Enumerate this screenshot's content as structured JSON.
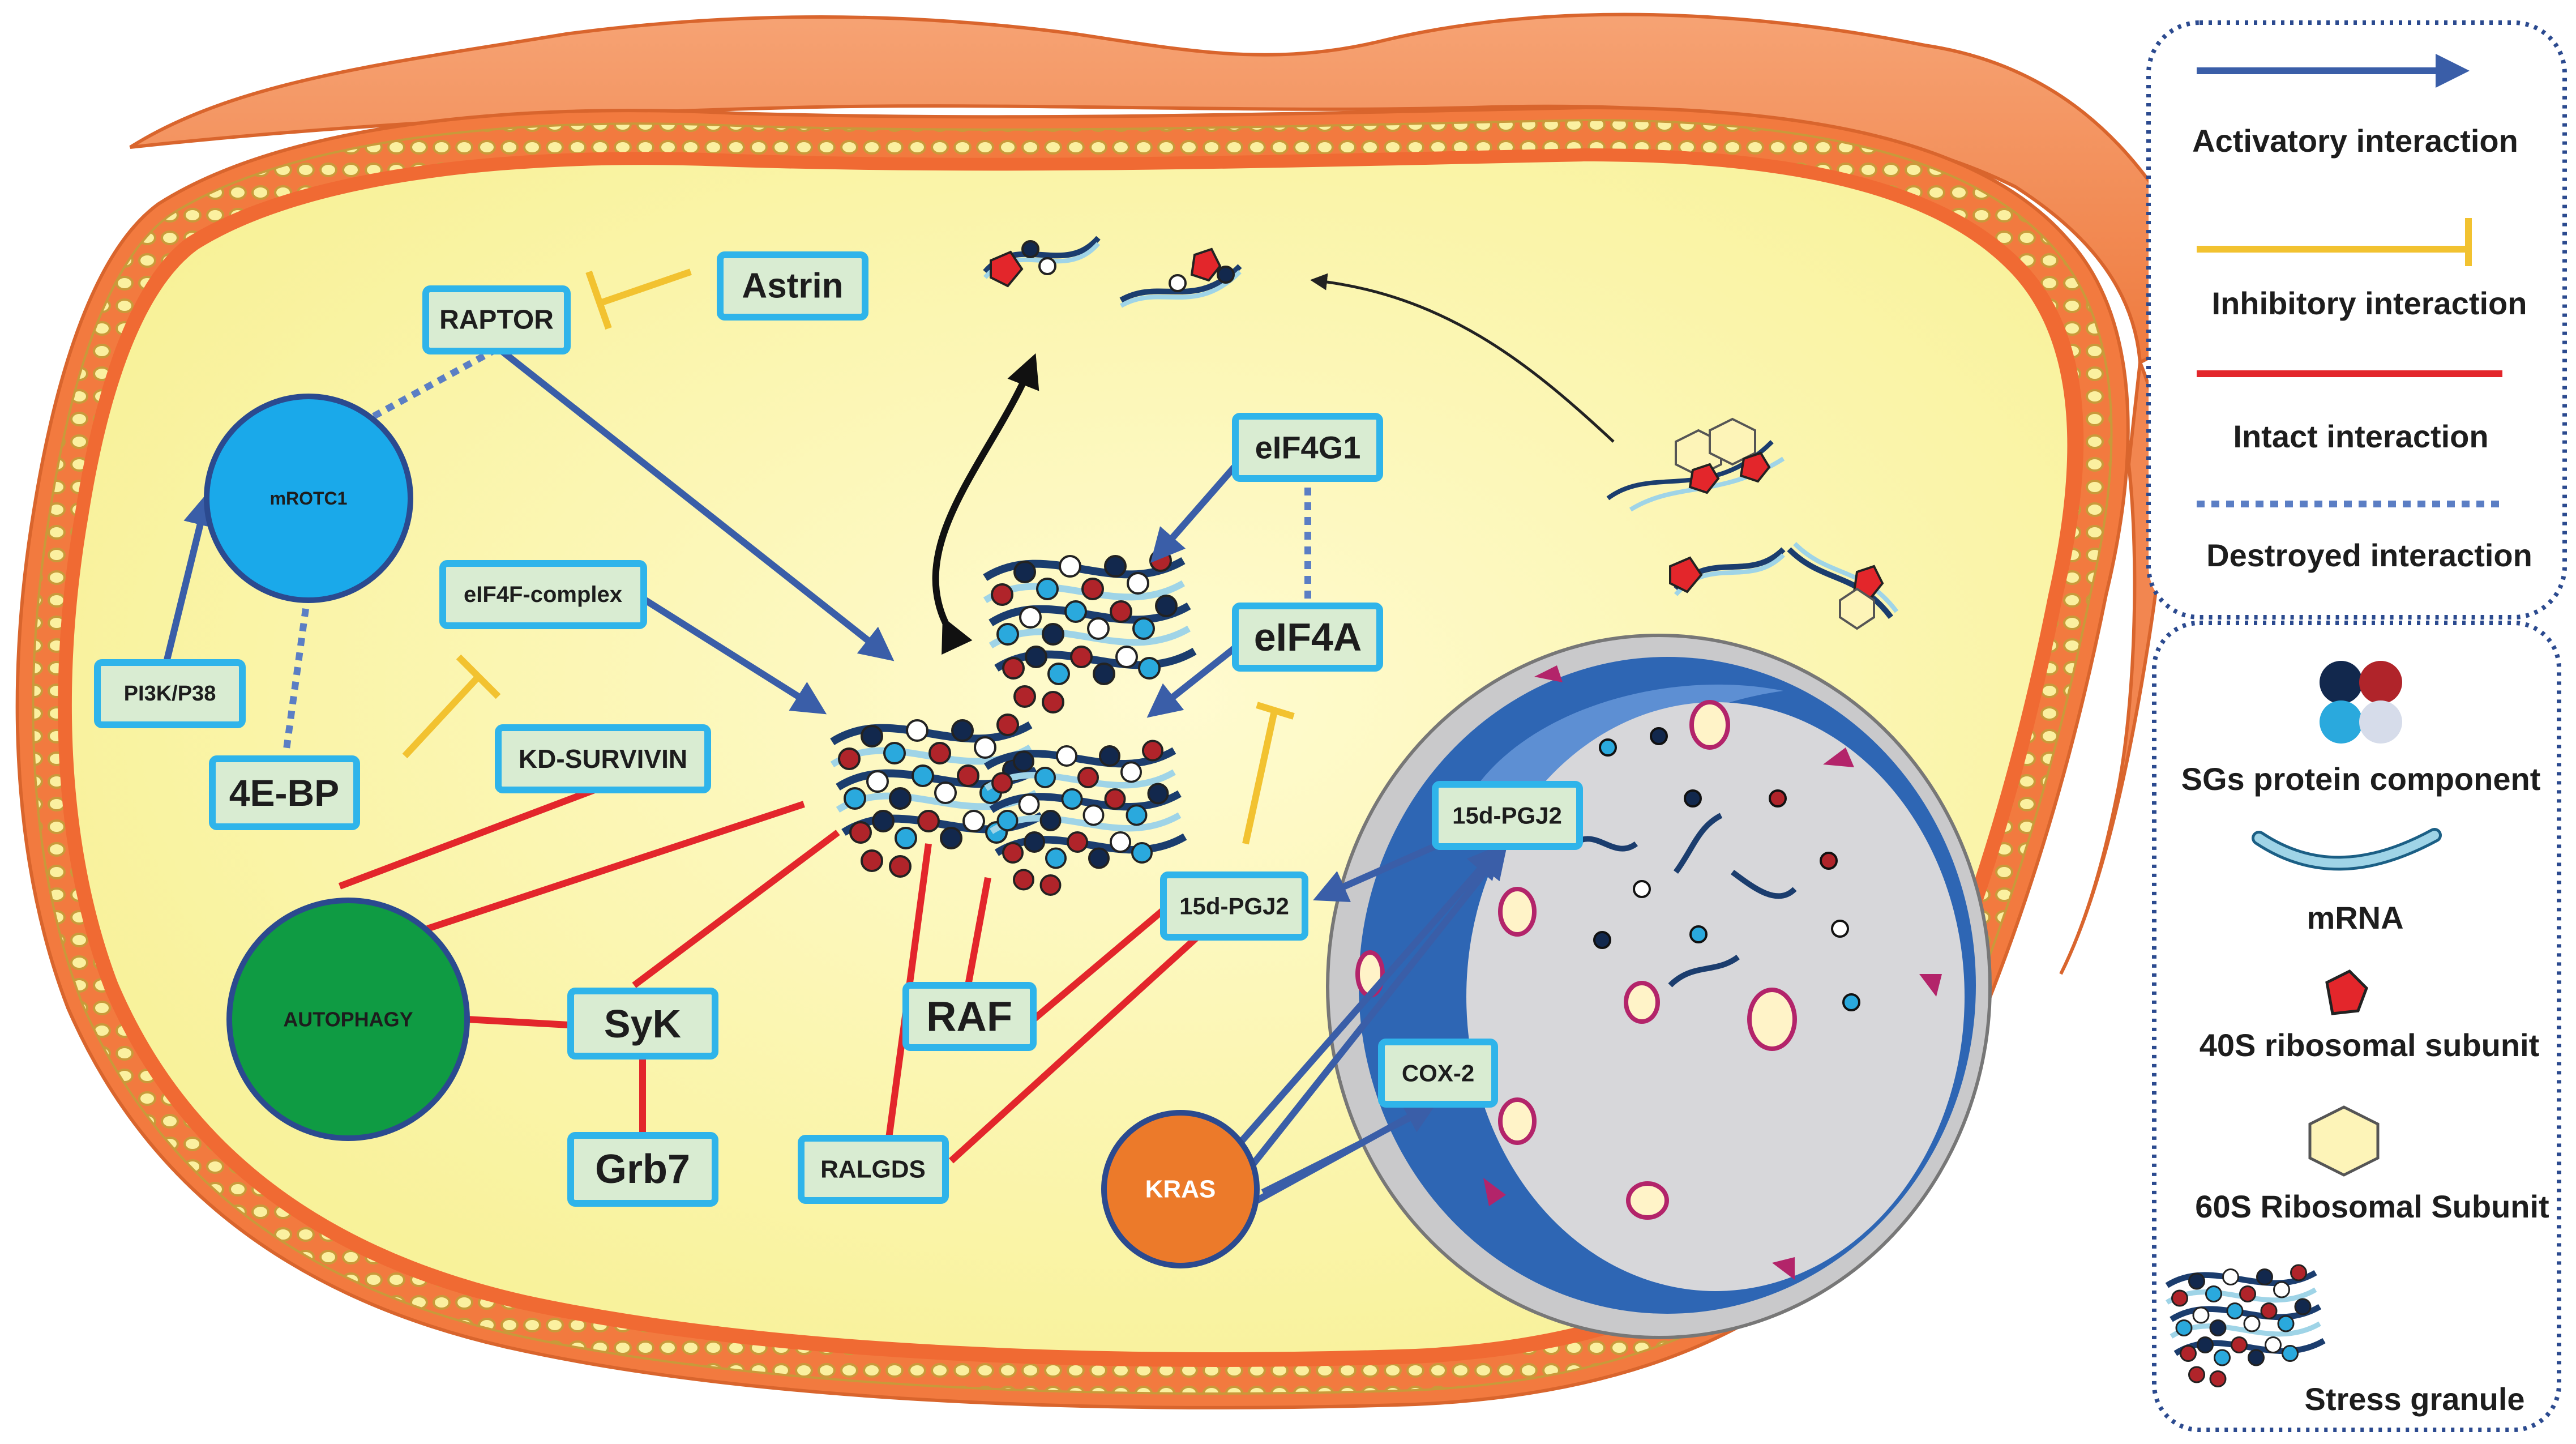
{
  "diagram": {
    "nodes": {
      "raptor": "RAPTOR",
      "astrin": "Astrin",
      "mrotc1": "mROTC1",
      "pi3k": "PI3K/P38",
      "fourebp": "4E-BP",
      "eif4f": "eIF4F-complex",
      "kdsurvivin": "KD-SURVIVIN",
      "autophagy": "AUTOPHAGY",
      "syk": "SyK",
      "grb7": "Grb7",
      "eif4g1": "eIF4G1",
      "eif4a": "eIF4A",
      "pgj2_cyto": "15d-PGJ2",
      "pgj2_nuc": "15d-PGJ2",
      "raf": "RAF",
      "ralgds": "RALGDS",
      "cox2": "COX-2",
      "kras": "KRAS"
    }
  },
  "legend": {
    "interactions": [
      {
        "label": "Activatory interaction",
        "style": "arrow",
        "color": "#3a5ea8"
      },
      {
        "label": "Inhibitory interaction",
        "style": "tbar",
        "color": "#f2c230"
      },
      {
        "label": "Intact interaction",
        "style": "solid",
        "color": "#e3262b"
      },
      {
        "label": "Destroyed interaction",
        "style": "dotted",
        "color": "#5b7ec4"
      }
    ],
    "components": [
      {
        "label": "SGs protein component"
      },
      {
        "label": "mRNA"
      },
      {
        "label": "40S ribosomal subunit"
      },
      {
        "label": "60S Ribosomal Subunit"
      },
      {
        "label": "Stress granule"
      }
    ]
  },
  "colors": {
    "cytoplasm": "#fbf6a8",
    "membrane_orange": "#f4884e",
    "node_fill": "#d9ecd2",
    "node_border": "#2fb4ea",
    "activation": "#3a5ea8",
    "inhibition": "#f2c230",
    "intact": "#e3262b",
    "destroyed": "#5b7ec4",
    "mrotc1_fill": "#1aa9ea",
    "autophagy_fill": "#0f9b43",
    "kras_fill": "#ec7a2a",
    "nucleus_blue": "#2e66b4"
  }
}
